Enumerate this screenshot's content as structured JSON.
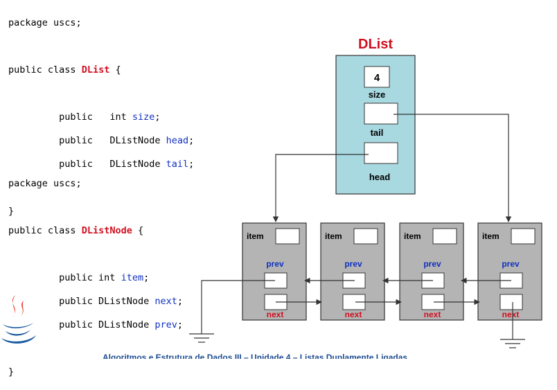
{
  "code1": {
    "pkg": "package uscs;",
    "class_kw": "public class",
    "class_name": "DList",
    "open": "{",
    "fields": [
      {
        "mod": "public",
        "type": "int",
        "name": "size",
        "end": ";"
      },
      {
        "mod": "public",
        "type": "DListNode",
        "name": "head",
        "end": ";"
      },
      {
        "mod": "public",
        "type": "DListNode",
        "name": "tail",
        "end": ";"
      }
    ],
    "close": "}"
  },
  "code2": {
    "pkg": "package uscs;",
    "class_kw": "public class",
    "class_name": "DListNode",
    "open": "{",
    "fields": [
      {
        "decl": "public int",
        "name": "item",
        "end": ";"
      },
      {
        "decl": "public DListNode",
        "name": "next",
        "end": ";"
      },
      {
        "decl": "public DListNode",
        "name": "prev",
        "end": ";"
      }
    ],
    "close": "}"
  },
  "diagram": {
    "title": "DList",
    "size_value": "4",
    "size_label": "size",
    "tail_label": "tail",
    "head_label": "head",
    "node_item": "item",
    "node_prev": "prev",
    "node_next": "next",
    "node_count": 4
  },
  "footer": "Algoritmos e Estrutura de Dados III – Unidade 4 – Listas Duplamente Ligadas",
  "colors": {
    "dlist_fill": "#a8d8e0",
    "node_fill": "#b4b4b4",
    "accent_red": "#d01020",
    "accent_blue": "#1030c0",
    "java_logo_red": "#e03020",
    "java_logo_blue": "#1a5aa0"
  },
  "icons": [
    "java-logo-icon",
    "ground-icon"
  ]
}
